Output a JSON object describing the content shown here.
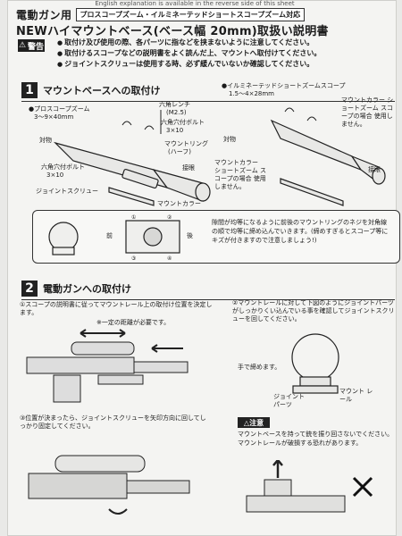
{
  "top_banner": "English explanation is available in the reverse side of this sheet",
  "title": {
    "prefix": "電動ガン用",
    "compat_box": "プロスコープズーム・イルミネーテッドショートスコープズーム対応",
    "main": "NEWハイマウントベース(ベース幅 20mm)取扱い説明書"
  },
  "warning": {
    "label": "警告",
    "items": [
      "取付け及び使用の際、各パーツに指などを挟まないように注意してください。",
      "取付けるスコープなどの説明書をよく読んだ上、マウントへ取付けてください。",
      "ジョイントスクリューは使用する時、必ず緩んでいないか確認してください。"
    ]
  },
  "section1": {
    "number": "1",
    "title": "マウントベースへの取付け",
    "left_scope": "●プロスコープズーム",
    "left_scope_spec": "3～9×40mm",
    "tool": "六角レンチ",
    "tool_spec": "(M2.5)",
    "bolt_top": "六角穴付ボルト",
    "bolt_top_spec": "3×10",
    "ring": "マウントリング",
    "ring_spec": "(ハーフ)",
    "side_front": "対物",
    "bolt_bottom": "六角穴付ボルト",
    "bolt_bottom_spec": "3×10",
    "eyepiece": "接眼",
    "joint_screw": "ジョイントスクリュー",
    "mount_collar": "マウントカラー",
    "right_scope": "●イルミネーテッドショートズームスコープ",
    "right_scope_spec": "1.5～4×28mm",
    "collar_note": "マウントカラー ショートズーム スコープの場合 使用しません。",
    "collar_note2": "マウントカラー ショートズーム スコープの場合 使用しません。",
    "side_front2": "対物",
    "eyepiece2": "接眼",
    "tip": "隙間が均等になるように前後のマウントリングのネジを対角線の順で均等に締め込んでいきます。(締めすぎるとスコープ等にキズが付きますので注意しましょう!)",
    "dia_front": "前",
    "dia_back": "後"
  },
  "section2": {
    "number": "2",
    "title": "電動ガンへの取付け",
    "step1": "①スコープの説明書に従ってマウントレール上の取付け位置を決定します。",
    "distance_note": "※一定の距離が必要です。",
    "step2": "②マウントレールに対して下図のようにジョイントパーツがしっかりくい込んでいる事を確認してジョイントスクリューを回してください。",
    "tighten": "手で締めます。",
    "joint_parts": "ジョイント パーツ",
    "mount_rail": "マウント レール",
    "step3": "③位置が決まったら、ジョイントスクリューを矢印方向に回してしっかり固定してください。",
    "caution_label": "△注意",
    "caution_text": "マウントベースを持って銃を振り回さないでください。マウントレールが破損する恐れがあります。"
  }
}
